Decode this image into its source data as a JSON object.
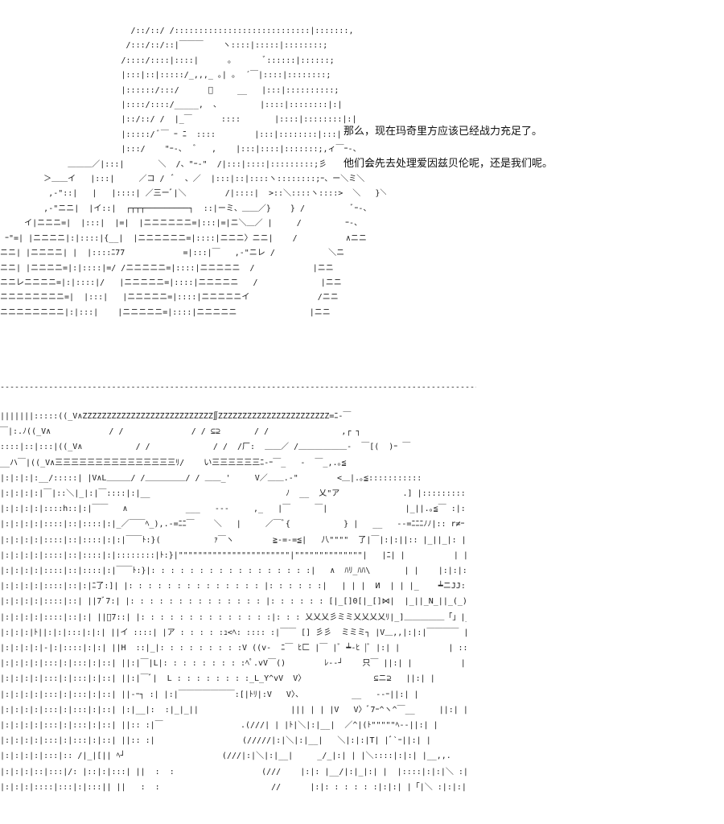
{
  "dialogue": {
    "line1": "那么，现在玛奇里方应该已经战力充足了。",
    "line2": "他们会先去处理爱因兹贝伦呢，还是我们呢。"
  },
  "divider_text": "----------------------------------------------------------------------------------------------------------",
  "art_top": "                           /::/::/ /::::::::::::::::::::::::::::|:::::::,\n                          /:::/::/::|￣￣￣    ヽ::::|:::::|::::::::;\n                         /::::/::::|::::|      ｡       ﾞ::::::|::::::;\n                         |:::|::|:::::/_,,,_ ｡| ｡  ´￣|::::|::::::::;\n                         |::::::/:::/      ﾞ     __   |:::|::::::::::;\n                         |::::/::::/_____,  、        |::::|::::::::|:|\n                         |::/::/ /  |_￣      ::::       |::::|::::::::|:|\n                         |:::::/ ﾞ￣ ｰ ﾆ  ::::        |:::|::::::::|:::|\n                         |:::/    \"ｰ-、  ﾞ   ,    |:::|::::|:::::::;,ィ￣ｰ-、\n              ＿＿＿／|:::|       ＼  /、\"ｰ-\"  /|:::|::::|:::::::::;彡        ﾆﾆ-\n         ＞＿＿イ   |:::|     ／コ /  ﾞ  、／  |:::|::|::::ヽ::::::::;ｰ、ー＼ミ＼\n          ,-\"::|   |   |::::| ／三ーﾞ|＼        /|::::|  >::＼::::ヽ::::>  ＼   }＼    ＼\n         ,-\"ニニ|  |イ::|  ┌┬┬┬─────────┐  ::|ーミ、＿＿／}    } /          ﾞｰ-、\n     イ|ニニニ=|  |:::|  |=|  |ニニニニニニ=|:::|=|ニ＼＿／ |     /         ｰ-、\n ｰ\"=| |ニニニニ|:|::::|{__|  |ニニニニニニ=|::::|ニニニ〉ニニ|    /          ∧ニニ\nニニ| |ニニニニ| |  |::::ﾆ77            =|:::|￣   ,-\"ニレ /           ＼ニ\nニニ| |ニニニニ=|:|::::|=/ /ニニニニニ=|::::|ニニニニニ  /            |ニニ\nニニレニニニニ=|:|::::|/   |ニニニニニ=|::::|ニニニニニ   /             |ニニ\nニニニニニニニニ=|  |:::|   |ニニニニニ=|::::|ニニニニニイ              /ニニ\nニニニニニニニニ|:|:::|    |ニニニニニ=|::::|ニニニニニ               |ニニ",
  "art_bottom": "|||||||:::::((_V∧ZZZZZZZZZZZZZZZZZZZZZZZZZZZ∬ZZZZZZZZZZZZZZZZZZZZZZZ=ﾆ-￣\n￣|:.ﾉ((_V∧            / /              / / ⊆⊇       / /               ,┌ ┐\n::::|::|:::|((_V∧           / /             / /  /厂:  ＿＿／ /＿＿＿＿＿＿-  ￣[(  )ｰ ￣\n__ハ￣|((_V∧三三三三三三三三三三三三三三三ﾘ/    い三三三三三三ﾆ-ｰ￣_   -  ￣_,.｡≦\n|:|:|:|:__/:::::| |V∧L＿＿＿/ /＿＿＿＿＿/ / ＿＿_'     V／＿＿.-\"        <＿|.｡≦:::::::::::\n|:|:|:|:|￣|::＼|_|:|￣::::|:|__                            ﾉ  __  乂\"ア             .] |:::::::::::::.｡≦\n|:|:|:|:|::::h::|:|￣￣   ∧            ___   ---     ,_   |￣     ￣|                |_||.｡≦￣ :|::::\n|:|:|:|:|::::|::|::::|:|_／￣￣ﾍ_),.-=ﾆﾆ￣    ＼   |     ／￣ﾞ{           } |   __   --=ﾆﾆﾆﾉﾉ|:: r≠ｰ |:|T\n|:|:|:|:|::::|::|::::|:|:|￣￣ﾄ:}(           ｧ￣ヽ        ≧-=-=≦|   八\"\"\"\"  了|￣|:|:||:: |_||_|: |:|_|\n|:|:|:|:|::::|::|::::|:|::::::::|ﾄ:}|\"\"\"\"\"\"\"\"\"\"\"\"\"\"\"\"\"\"\"\"\"\"\"|\"\"\"\"\"\"\"\"\"\"\"\"\"\"|   |ﾆ| |          | |    |:|:|:|:: |_||_|: |:|_|\n|:|:|:|:|::::|::|::::|:|￣￣ﾄ:}|: : : : : : : : : : : : : : : : :|   ∧  ﾊﾘ_ﾊﾊ\\       | |    |:|:|:|:: |_||_|: |:|_|\n|:|:|:|:|::::|::|:|ﾆ了:]| |: : : : : : : : : : : : : : |: : : : : :|   | | |  И  | | |_    ┷ニJJ:|:: |_||_|: |:|_|\n|:|:|:|:|::::|::| ||7ﾞ7:| |: : : : : : : : : : : : : : |: : : : : : [|_[]0[|_[]⋈|  |_||_N_||_(_)__r´    ﾞヽ(  )_||_|: |:|_|\n|:|:|:|:|::::|::|:| ||ﾞ7::| |: : : : : : : : : : : : : :|: : : 乂乂乂彡ミミ乂乂乂乂ﾘ|_]＿＿＿＿＿「」|_,,。|o|_|\n|:|:|:|ﾄ||:|:|:::|:|:| ||イ ::::| |ア : : : : :ｭ<ﾍ: :::: :|￣￣ [] 彡彡  ミミミ┐ |V＿,,|:|:|￣￣￣￣ |  ::|ｰr:ｰ┐| ┌\n|:|:|:|:|-|:|::::|:|:| ||H  ::|_|: : : : : : : : :V ((v-  ﾆ￣ ﾋ匚 |￣ |ﾞ ┷-ﾋ |ﾞ |:| |          | ::|: :|: :|:|:|\n|:|:|:|:|:::|:|:::|:|::| ||:|￣|L|: : : : : : : : :ﾍﾟ.vV￣()        ﾚ--┘    只￣ ||:| |          | ::|: :|: :|:|:|\n|:|:|:|:|:::|:|:::|:|::| ||:|￣ﾞ|  L : : : : : : : :_L_Y^vV  V〉              ⊆ニ⊇   ||:| |          | ::ﾄ.:|: :|:|:|\n|:|:|:|:|:::|:|:::|:|::| ||-ｰ┐ :| |:|￣￣￣￣￣￣￣:[|ﾄﾘ|:V   V〉、          __   --ｰ||:| |          | ::|ﾞ  ＼|:|:|_\n|:|:|:|:|:::|:|:::|:|::| |:|__|:  :|_|_||                   ||| | | |V   V〉ﾞ7ｰ^ヽ^￣__     ||:| |          | ::|     ＼Y:::::\n|:|:|:|:|:::|:|:::|:|::| ||:: :|￣                .(///| | |ﾄ|＼|:|__|  ／^|(ﾄ\"\"\"\"\"ﾍ--||:| |          | ::|       }:::\n|:|:|:|:|:::|:|:::|:|::| ||:: :|                  (/////|:|＼|:|__|   ＼|:|:|T| |ﾞ`ｰ||:| |          | ::|__    _/ﾞ`\n|:|:|:|:|:::|:: /|_|[|| ﾍ┘                    (///|:|＼|:|__|     _/_|:| | |＼::::|:|:| |__,,.   -ｰ=|\n|:|:|:|::|:::|/: |::|:|:::| ||  :  :                  (///    |:|: |__/|:|_|:| |  |::::|:|:|＼ :|:|ﾆ=-.＿ﾆ|:|\n|:|:|:|::::|:::|:|:::|| ||   :  :                       //      |:|: : : : : :|:|:| |「|＼ :|:|:| |￣￣: : : : :＿|:|"
}
